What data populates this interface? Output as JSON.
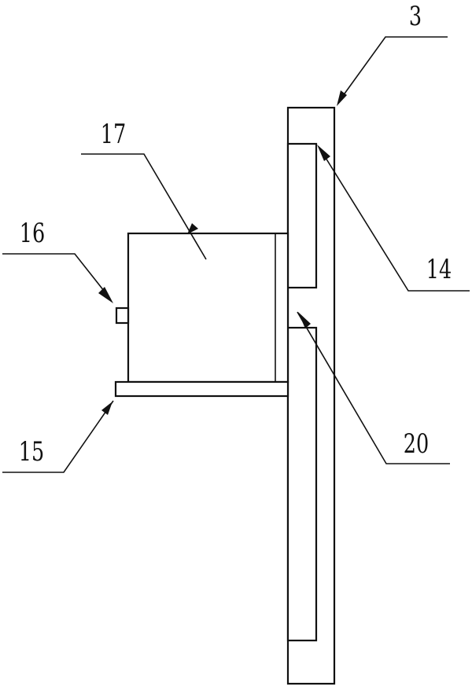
{
  "figure": {
    "labels": {
      "plate": "3",
      "upper_slot": "14",
      "bracket": "15",
      "knob": "16",
      "box": "17",
      "slot_gap": "20"
    }
  }
}
